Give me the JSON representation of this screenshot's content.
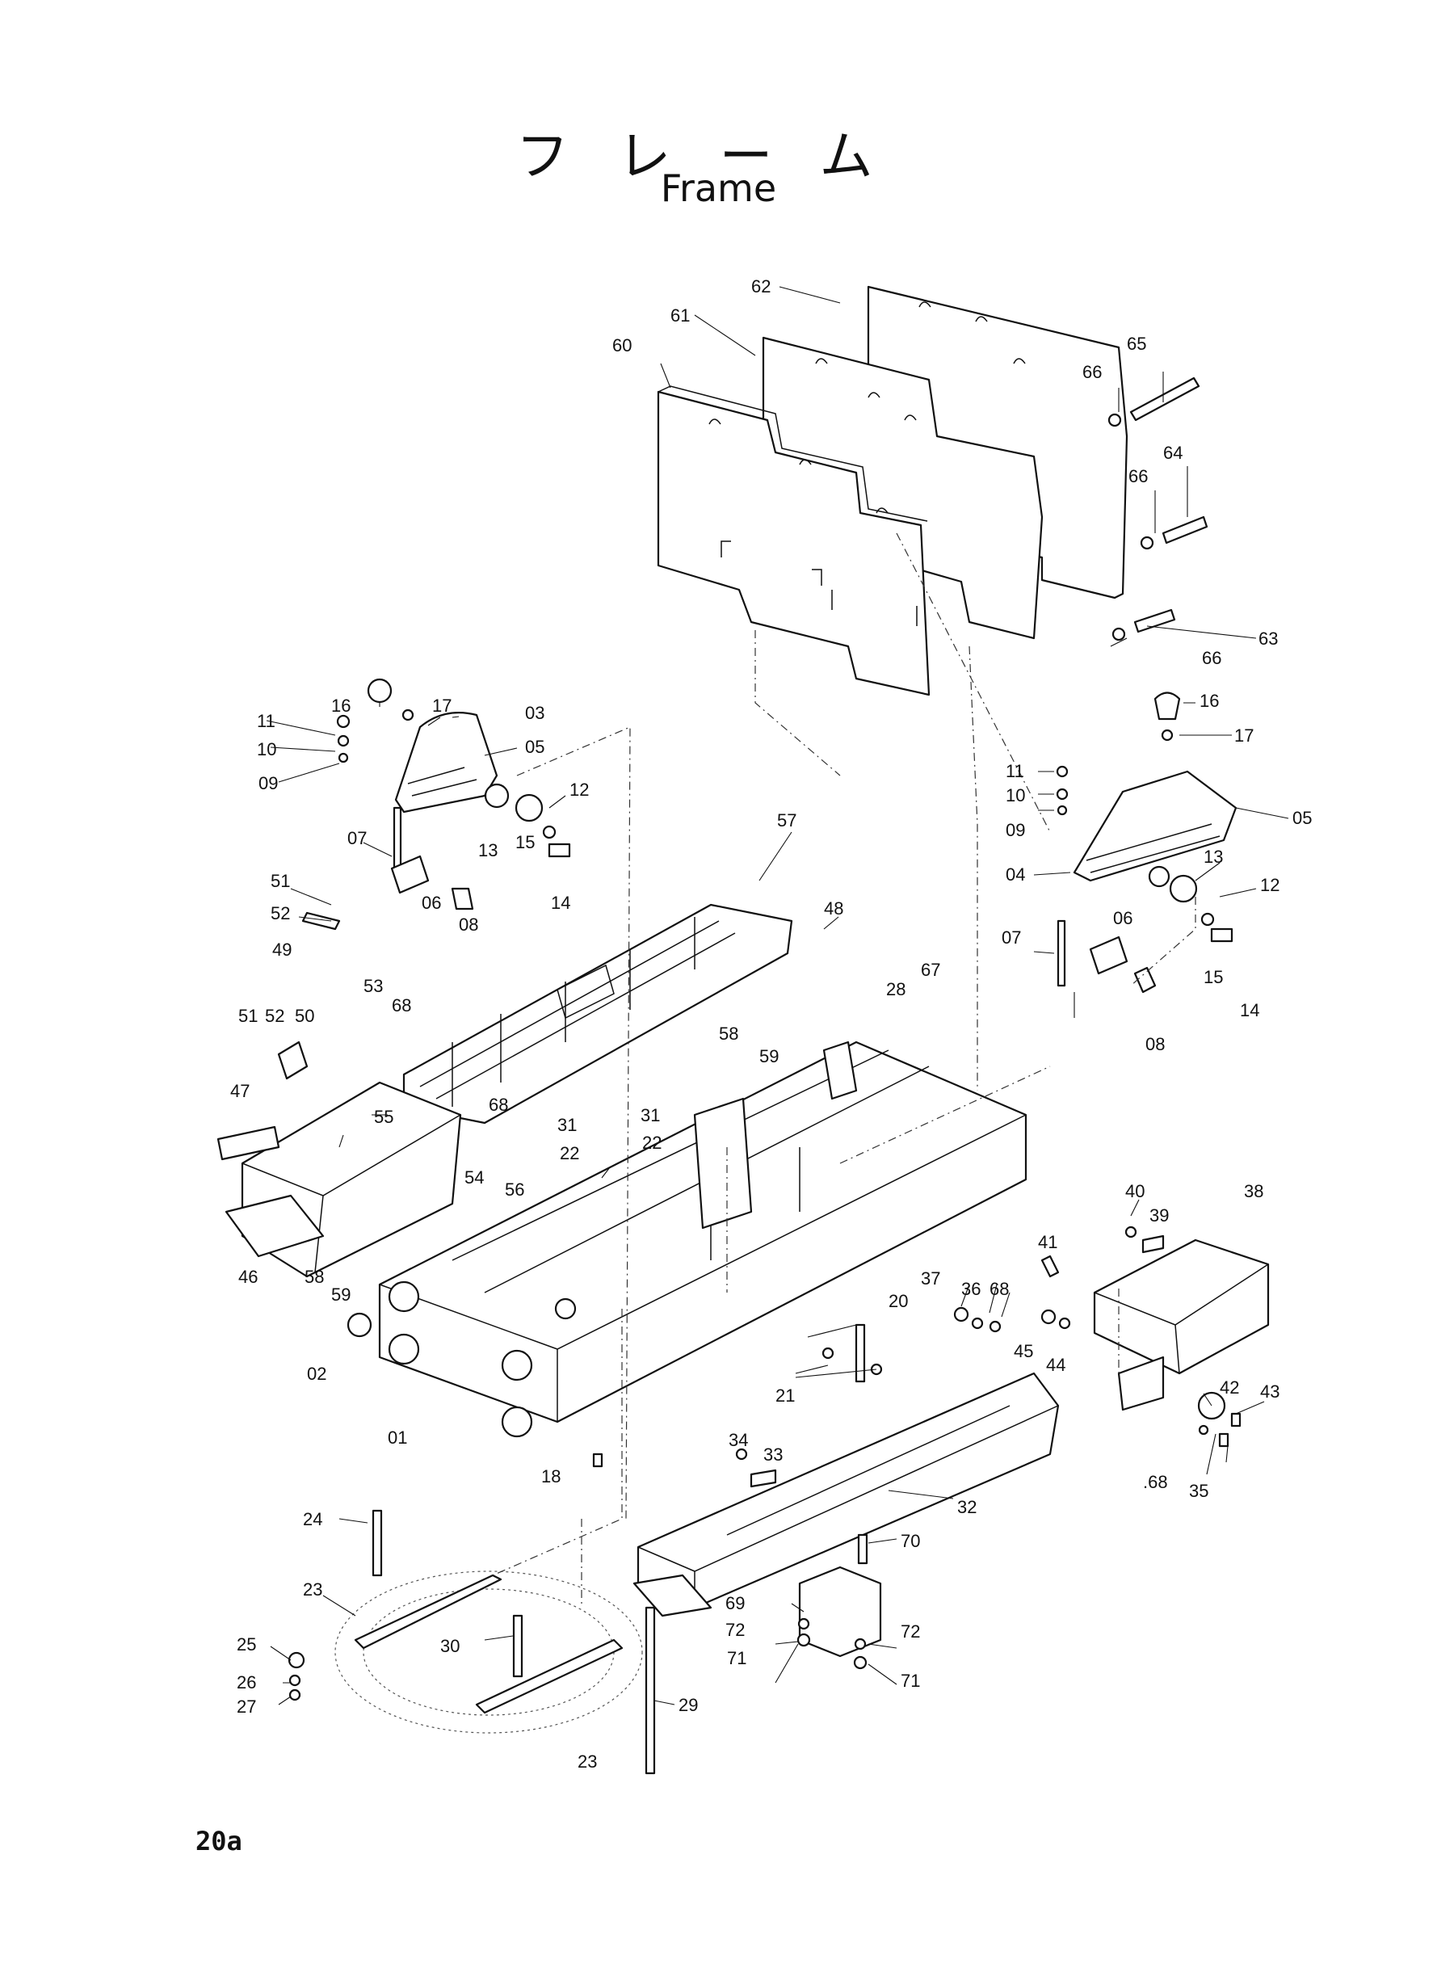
{
  "header": {
    "title_jp": "フレーム",
    "title_en": "Frame"
  },
  "footer": {
    "page_number": "20a"
  },
  "callouts": [
    {
      "id": "c62",
      "label": "62"
    },
    {
      "id": "c61",
      "label": "61"
    },
    {
      "id": "c60",
      "label": "60"
    },
    {
      "id": "c65",
      "label": "65"
    },
    {
      "id": "c66a",
      "label": "66"
    },
    {
      "id": "c64",
      "label": "64"
    },
    {
      "id": "c66b",
      "label": "66"
    },
    {
      "id": "c63",
      "label": "63"
    },
    {
      "id": "c66c",
      "label": "66"
    },
    {
      "id": "c16a",
      "label": "16"
    },
    {
      "id": "c17a",
      "label": "17"
    },
    {
      "id": "c03",
      "label": "03"
    },
    {
      "id": "c11a",
      "label": "11"
    },
    {
      "id": "c10a",
      "label": "10"
    },
    {
      "id": "c09a",
      "label": "09"
    },
    {
      "id": "c05a",
      "label": "05"
    },
    {
      "id": "c12a",
      "label": "12"
    },
    {
      "id": "c13a",
      "label": "13"
    },
    {
      "id": "c15a",
      "label": "15"
    },
    {
      "id": "c14a",
      "label": "14"
    },
    {
      "id": "c07a",
      "label": "07"
    },
    {
      "id": "c06a",
      "label": "06"
    },
    {
      "id": "c08a",
      "label": "08"
    },
    {
      "id": "c16b",
      "label": "16"
    },
    {
      "id": "c17b",
      "label": "17"
    },
    {
      "id": "c11b",
      "label": "11"
    },
    {
      "id": "c10b",
      "label": "10"
    },
    {
      "id": "c09b",
      "label": "09"
    },
    {
      "id": "c05b",
      "label": "05"
    },
    {
      "id": "c04",
      "label": "04"
    },
    {
      "id": "c13b",
      "label": "13"
    },
    {
      "id": "c12b",
      "label": "12"
    },
    {
      "id": "c07b",
      "label": "07"
    },
    {
      "id": "c06b",
      "label": "06"
    },
    {
      "id": "c15b",
      "label": "15"
    },
    {
      "id": "c14b",
      "label": "14"
    },
    {
      "id": "c08b",
      "label": "08"
    },
    {
      "id": "c57",
      "label": "57"
    },
    {
      "id": "c48",
      "label": "48"
    },
    {
      "id": "c51a",
      "label": "51"
    },
    {
      "id": "c52a",
      "label": "52"
    },
    {
      "id": "c49",
      "label": "49"
    },
    {
      "id": "c53",
      "label": "53"
    },
    {
      "id": "c68a",
      "label": "68"
    },
    {
      "id": "c51b",
      "label": "51"
    },
    {
      "id": "c52b",
      "label": "52"
    },
    {
      "id": "c50",
      "label": "50"
    },
    {
      "id": "c58a",
      "label": "58"
    },
    {
      "id": "c59a",
      "label": "59"
    },
    {
      "id": "c28",
      "label": "28"
    },
    {
      "id": "c67",
      "label": "67"
    },
    {
      "id": "c47",
      "label": "47"
    },
    {
      "id": "c55",
      "label": "55"
    },
    {
      "id": "c68b",
      "label": "68"
    },
    {
      "id": "c31a",
      "label": "31"
    },
    {
      "id": "c31b",
      "label": "31"
    },
    {
      "id": "c22a",
      "label": "22"
    },
    {
      "id": "c22b",
      "label": "22"
    },
    {
      "id": "c54",
      "label": "54"
    },
    {
      "id": "c56",
      "label": "56"
    },
    {
      "id": "c46",
      "label": "46"
    },
    {
      "id": "c58b",
      "label": "58"
    },
    {
      "id": "c59b",
      "label": "59"
    },
    {
      "id": "c02",
      "label": "02"
    },
    {
      "id": "c01",
      "label": "01"
    },
    {
      "id": "c18",
      "label": "18"
    },
    {
      "id": "c40",
      "label": "40"
    },
    {
      "id": "c39",
      "label": "39"
    },
    {
      "id": "c38",
      "label": "38"
    },
    {
      "id": "c41",
      "label": "41"
    },
    {
      "id": "c37",
      "label": "37"
    },
    {
      "id": "c36",
      "label": "36"
    },
    {
      "id": "c68c",
      "label": "68"
    },
    {
      "id": "c20",
      "label": "20"
    },
    {
      "id": "c45",
      "label": "45"
    },
    {
      "id": "c44",
      "label": "44"
    },
    {
      "id": "c42",
      "label": "42"
    },
    {
      "id": "c43",
      "label": "43"
    },
    {
      "id": "c21",
      "label": "21"
    },
    {
      "id": "c34",
      "label": "34"
    },
    {
      "id": "c33",
      "label": "33"
    },
    {
      "id": "c68d",
      "label": ".68"
    },
    {
      "id": "c35",
      "label": "35"
    },
    {
      "id": "c32",
      "label": "32"
    },
    {
      "id": "c70",
      "label": "70"
    },
    {
      "id": "c24",
      "label": "24"
    },
    {
      "id": "c23a",
      "label": "23"
    },
    {
      "id": "c69",
      "label": "69"
    },
    {
      "id": "c72a",
      "label": "72"
    },
    {
      "id": "c72b",
      "label": "72"
    },
    {
      "id": "c71a",
      "label": "71"
    },
    {
      "id": "c71b",
      "label": "71"
    },
    {
      "id": "c25",
      "label": "25"
    },
    {
      "id": "c26",
      "label": "26"
    },
    {
      "id": "c27",
      "label": "27"
    },
    {
      "id": "c30",
      "label": "30"
    },
    {
      "id": "c29",
      "label": "29"
    },
    {
      "id": "c23b",
      "label": "23"
    }
  ]
}
